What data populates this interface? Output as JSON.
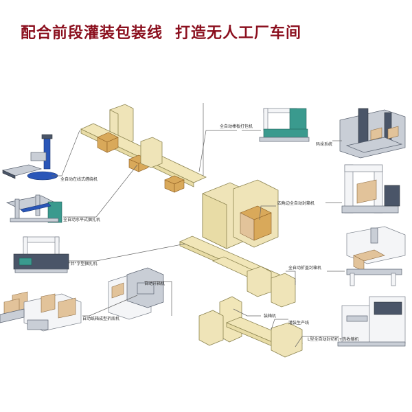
{
  "header": {
    "title_part1": "配合前段灌装包装线",
    "title_part2": "打造无人工厂车间",
    "title_color": "#8b0f1e"
  },
  "labels": {
    "pallet_wrapper": "全自动在线式缠绕机",
    "horizontal_strapping": "全自动水平式捆扎机",
    "well_strapping": "\"井\"字型捆扎机",
    "case_erector_tray": "自动纸箱成型折底机",
    "board_strapping": "全自动棒板打包机",
    "palletizing_system": "码垛系统",
    "four_corner_sealer": "四角边全自动封箱机",
    "auto_folding_sealer": "全自动折盖封箱机",
    "case_erector": "自动开箱机",
    "case_packer": "装箱机",
    "filling_line": "灌装生产线",
    "l_sealer_shrink": "L型全自动封切机+热收缩机"
  },
  "colors": {
    "conveyor": "#f1e6b8",
    "carton": "#d9a95a",
    "leader_line": "#666666"
  }
}
